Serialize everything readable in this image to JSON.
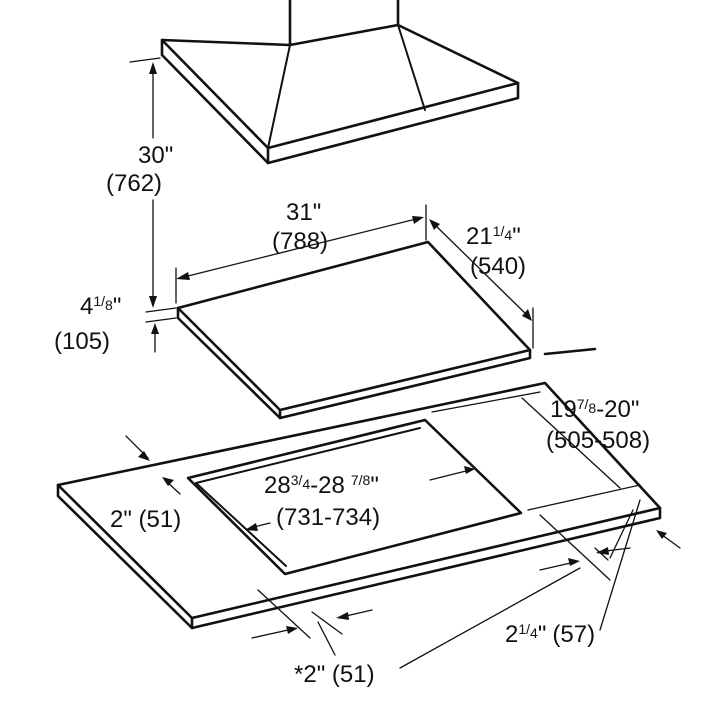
{
  "dimensions": {
    "hood_height": {
      "value": "30\"",
      "metric": "(762)"
    },
    "cooktop_width": {
      "value": "31\"",
      "metric": "(788)"
    },
    "cooktop_depth": {
      "whole": "21",
      "fraction_top": "1",
      "fraction_bottom": "4",
      "unit": "\"",
      "metric": "(540)"
    },
    "cooktop_thickness": {
      "whole": "4",
      "fraction_top": "1",
      "fraction_bottom": "8",
      "unit": "\"",
      "metric": "(105)"
    },
    "cutout_depth": {
      "whole": "19",
      "fraction_top": "7",
      "fraction_bottom": "8",
      "range_end": "-20\"",
      "metric": "(505-508)"
    },
    "cutout_width": {
      "whole": "28",
      "fraction_top": "3",
      "fraction_bottom": "4",
      "range_end": "-28",
      "fraction2": "7/8",
      "unit": "\"",
      "metric": "(731-734)"
    },
    "back_clearance": {
      "text": "2\" (51)"
    },
    "front_clearance": {
      "whole": "2",
      "fraction_top": "1",
      "fraction_bottom": "4",
      "unit": "\"",
      "metric": "(57)"
    },
    "side_clearance": {
      "text": "*2\" (51)"
    }
  }
}
